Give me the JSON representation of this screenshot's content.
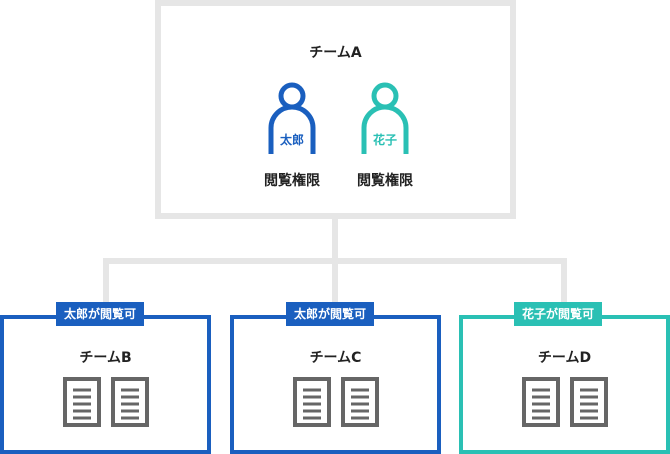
{
  "top_team": {
    "title": "チームA",
    "members": [
      {
        "name": "太郎",
        "permission": "閲覧権限",
        "color": "#1a5fbf"
      },
      {
        "name": "花子",
        "permission": "閲覧権限",
        "color": "#2ac0b4"
      }
    ]
  },
  "sub_teams": [
    {
      "title": "チームB",
      "badge": "太郎が閲覧可",
      "color": "#1a5fbf",
      "doc_icons": [
        "document-icon",
        "document-icon"
      ]
    },
    {
      "title": "チームC",
      "badge": "太郎が閲覧可",
      "color": "#1a5fbf",
      "doc_icons": [
        "document-icon",
        "document-icon"
      ]
    },
    {
      "title": "チームD",
      "badge": "花子が閲覧可",
      "color": "#2ac0b4",
      "doc_icons": [
        "document-icon",
        "document-icon"
      ]
    }
  ],
  "colors": {
    "connector": "#e6e6e6",
    "blue": "#1a5fbf",
    "green": "#2ac0b4",
    "doc": "#666666"
  }
}
